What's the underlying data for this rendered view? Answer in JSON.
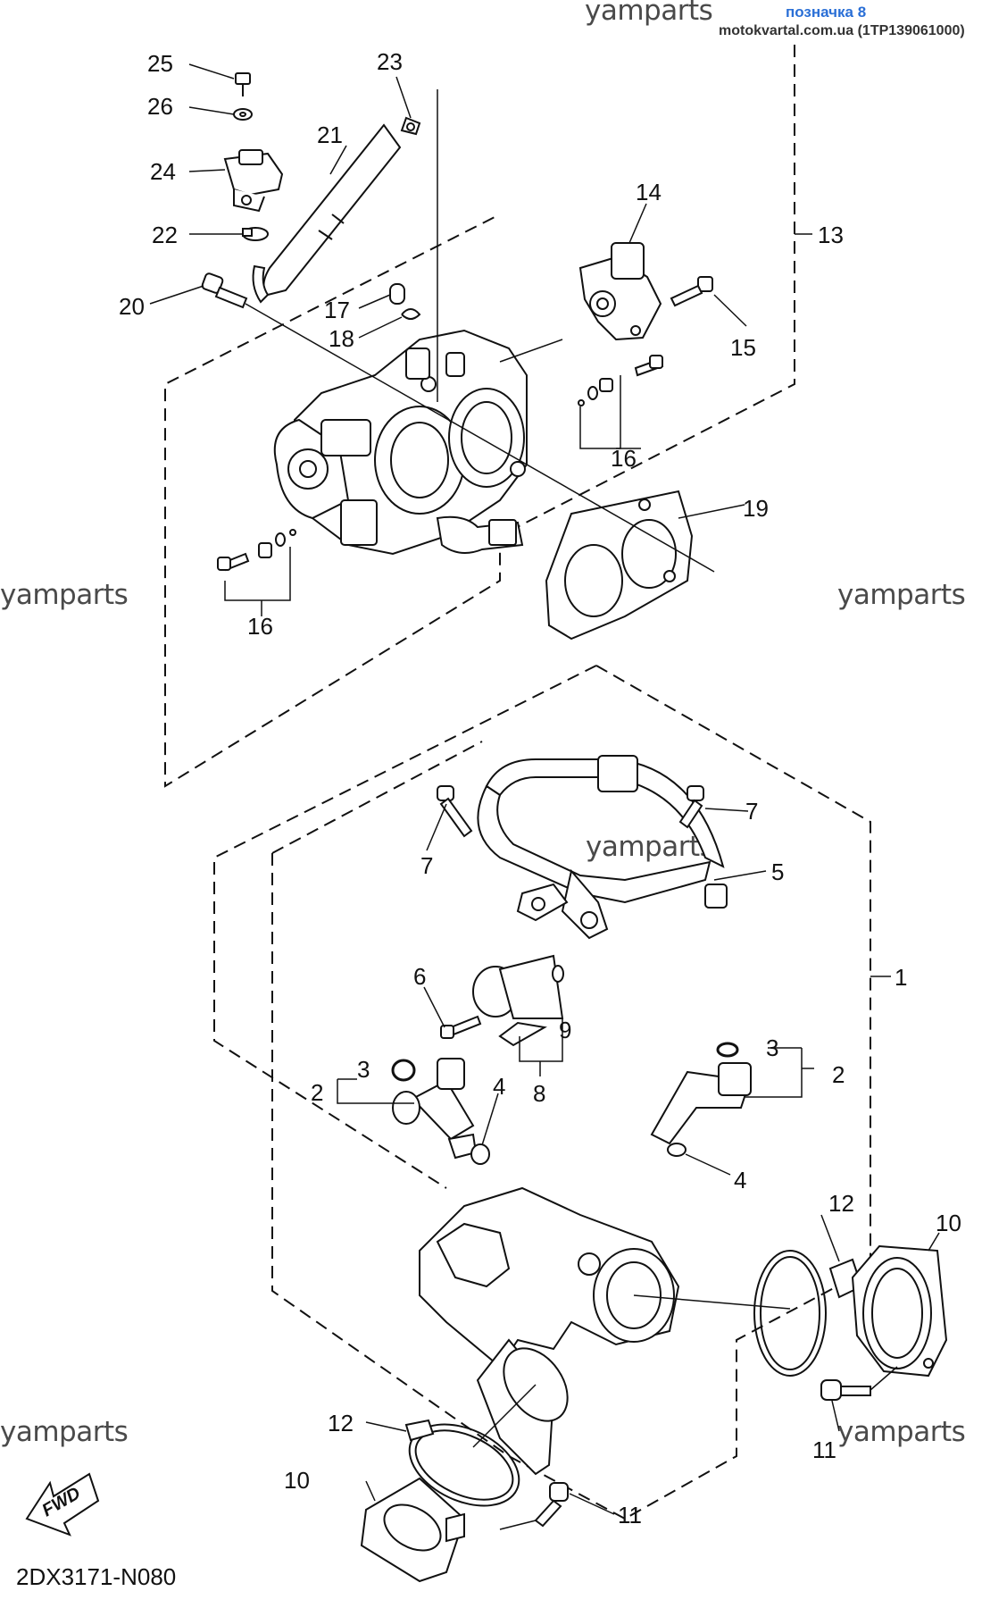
{
  "header": {
    "watermark_top": "yamparts",
    "site": "motokvartal.com.ua (1TP139061000)",
    "mark": "позначка 8"
  },
  "watermarks": [
    "yamparts",
    "yamparts",
    "yamparts",
    "yamparts",
    "yamparts",
    "yamparts"
  ],
  "diagram_code": "2DX3171-N080",
  "fwd_label": "FWD",
  "callouts": {
    "c25": "25",
    "c26": "26",
    "c24": "24",
    "c22": "22",
    "c20": "20",
    "c23": "23",
    "c21": "21",
    "c17": "17",
    "c18": "18",
    "c14": "14",
    "c13": "13",
    "c15": "15",
    "c16a": "16",
    "c16b": "16",
    "c19": "19",
    "c7a": "7",
    "c7b": "7",
    "c5": "5",
    "c1": "1",
    "c6": "6",
    "c9": "9",
    "c8": "8",
    "c3a": "3",
    "c2a": "2",
    "c4a": "4",
    "c3b": "3",
    "c2b": "2",
    "c4b": "4",
    "c12a": "12",
    "c10a": "10",
    "c11a": "11",
    "c12b": "12",
    "c10b": "10",
    "c11b": "11"
  }
}
